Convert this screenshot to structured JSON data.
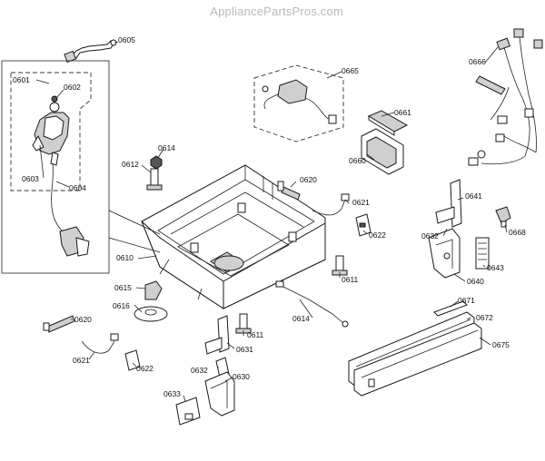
{
  "watermark": "AppliancePartsPros.com",
  "parts": [
    {
      "id": "p0605",
      "label": "0605"
    },
    {
      "id": "p0601",
      "label": "0601"
    },
    {
      "id": "p0602",
      "label": "0602"
    },
    {
      "id": "p0603",
      "label": "0603"
    },
    {
      "id": "p0604",
      "label": "0604"
    },
    {
      "id": "p0665",
      "label": "0665"
    },
    {
      "id": "p0666",
      "label": "0666"
    },
    {
      "id": "p0661",
      "label": "0661"
    },
    {
      "id": "p0660",
      "label": "0660"
    },
    {
      "id": "p0614a",
      "label": "0614"
    },
    {
      "id": "p0612",
      "label": "0612"
    },
    {
      "id": "p0620a",
      "label": "0620"
    },
    {
      "id": "p0621a",
      "label": "0621"
    },
    {
      "id": "p0622a",
      "label": "0622"
    },
    {
      "id": "p0641",
      "label": "0641"
    },
    {
      "id": "p0632a",
      "label": "0632"
    },
    {
      "id": "p0668",
      "label": "0668"
    },
    {
      "id": "p0610",
      "label": "0610"
    },
    {
      "id": "p0611a",
      "label": "0611"
    },
    {
      "id": "p0643",
      "label": "0643"
    },
    {
      "id": "p0640",
      "label": "0640"
    },
    {
      "id": "p0615",
      "label": "0615"
    },
    {
      "id": "p0616",
      "label": "0616"
    },
    {
      "id": "p0614b",
      "label": "0614"
    },
    {
      "id": "p0671",
      "label": "0671"
    },
    {
      "id": "p0672",
      "label": "0672"
    },
    {
      "id": "p0620b",
      "label": "0620"
    },
    {
      "id": "p0611b",
      "label": "0611"
    },
    {
      "id": "p0631",
      "label": "0631"
    },
    {
      "id": "p0675",
      "label": "0675"
    },
    {
      "id": "p0621b",
      "label": "0621"
    },
    {
      "id": "p0622b",
      "label": "0622"
    },
    {
      "id": "p0632b",
      "label": "0632"
    },
    {
      "id": "p0630",
      "label": "0630"
    },
    {
      "id": "p0633",
      "label": "0633"
    }
  ]
}
